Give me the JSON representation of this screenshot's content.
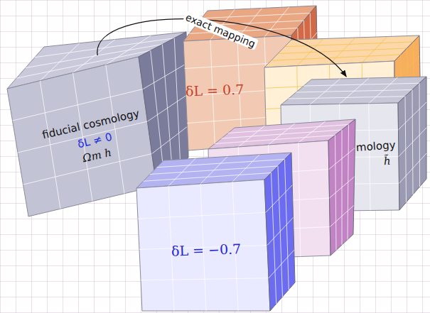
{
  "diagram": {
    "nodes": [
      {
        "text": [
          "fiducial cosmology",
          "δL ≠ 0",
          "Ωm h"
        ]
      },
      {
        "text": [
          "δL = 0.7"
        ]
      },
      {
        "text": [
          "mology",
          "h̃"
        ]
      },
      {
        "text": [
          "δL = −0.7"
        ]
      }
    ],
    "edges": [
      {
        "from": 0,
        "to": 2,
        "arrow": "to",
        "label": "exact mapping"
      }
    ]
  }
}
